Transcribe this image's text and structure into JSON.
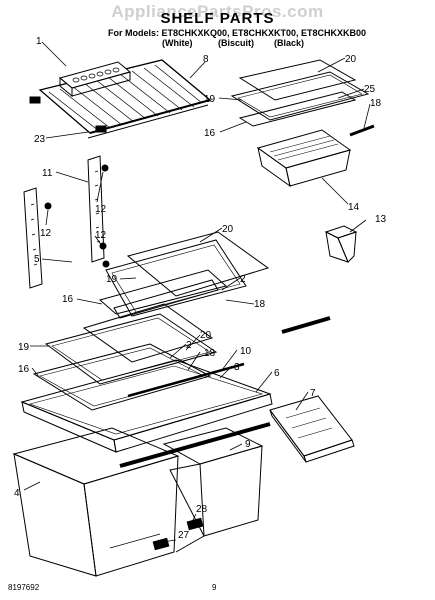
{
  "watermark": "AppliancePartsPros.com",
  "title": "SHELF PARTS",
  "models_line": "For Models: ET8CHKXKQ00, ET8CHKXKT00, ET8CHKXKB00",
  "variants": [
    "(White)",
    "(Biscuit)",
    "(Black)"
  ],
  "footer": {
    "doc_number": "8197692",
    "page_number": "9"
  },
  "callouts": [
    "1",
    "8",
    "23",
    "20",
    "25",
    "19",
    "18",
    "16",
    "14",
    "13",
    "11",
    "12",
    "12",
    "5",
    "12",
    "20",
    "19",
    "2",
    "16",
    "18",
    "20",
    "19",
    "2",
    "18",
    "10",
    "16",
    "3",
    "6",
    "7",
    "9",
    "4",
    "28",
    "27"
  ]
}
